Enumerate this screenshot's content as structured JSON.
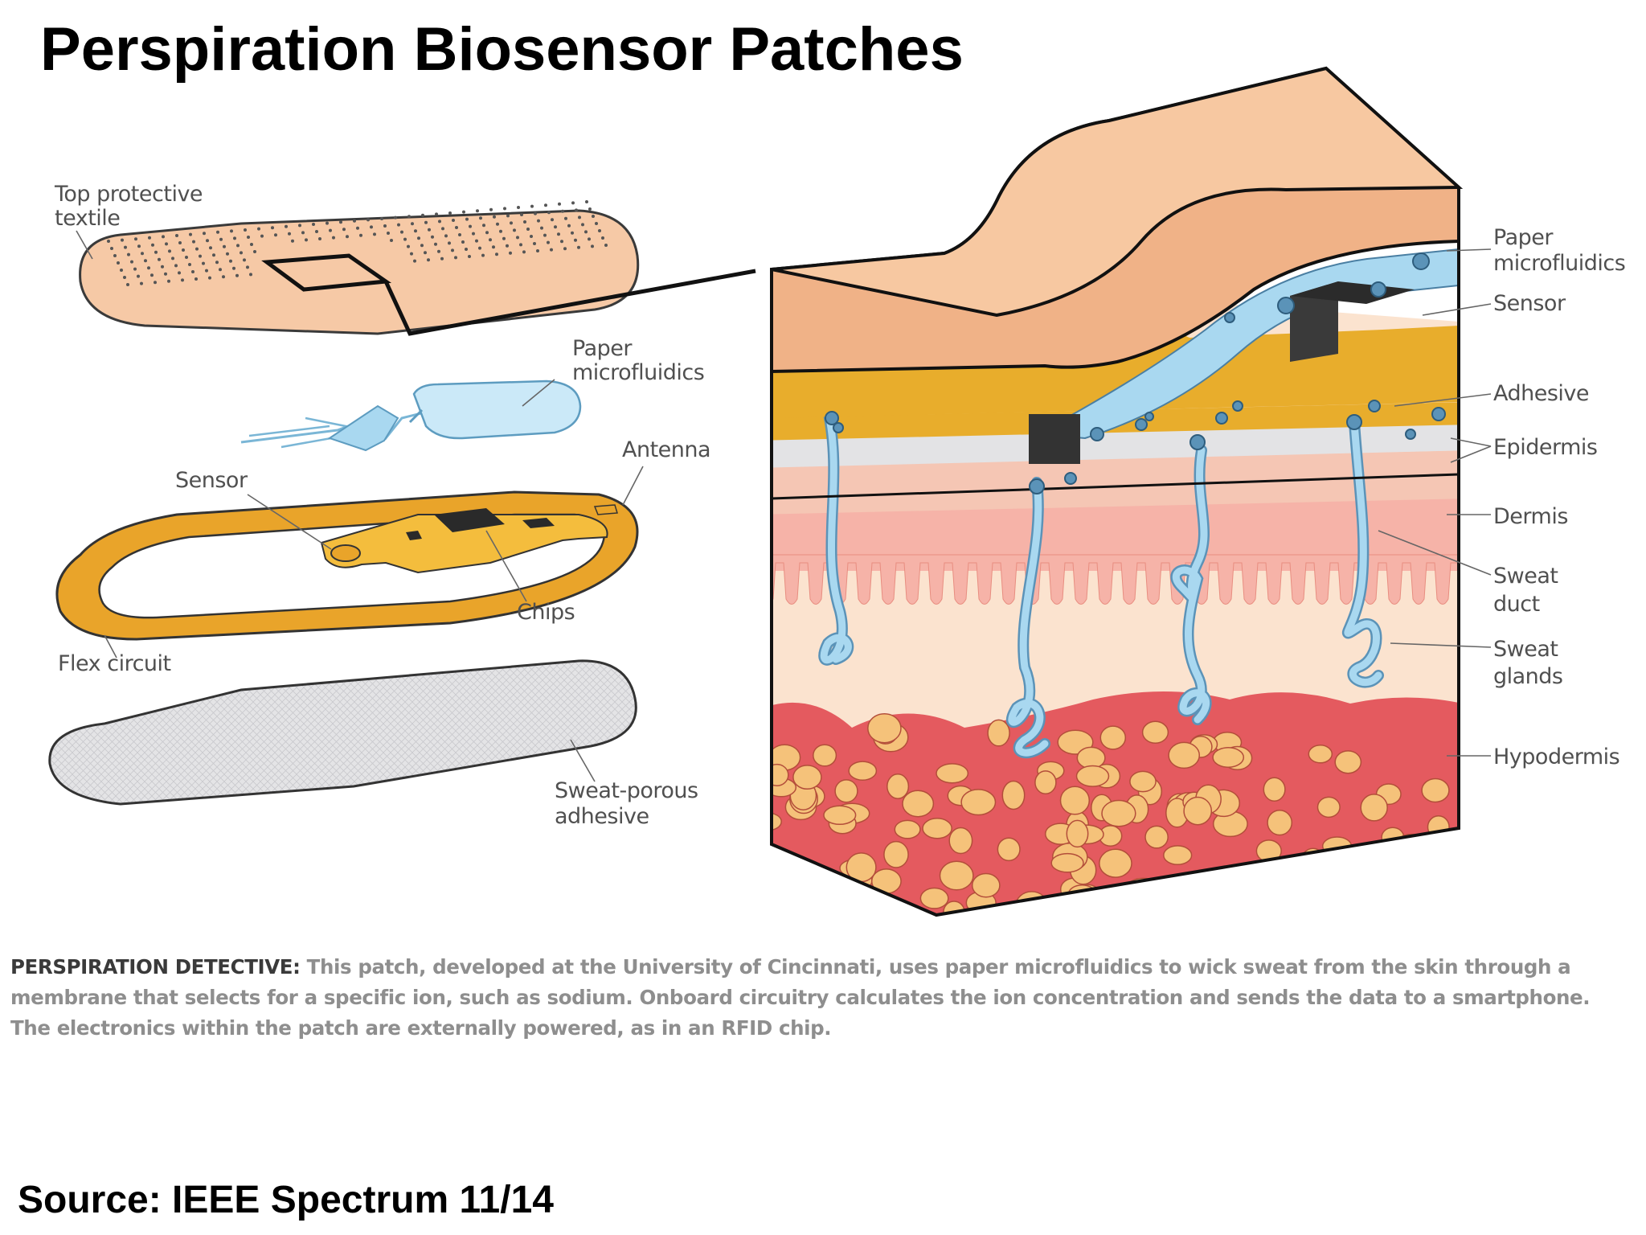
{
  "title": "Perspiration Biosensor Patches",
  "exploded_labels": {
    "top_textile_line1": "Top protective",
    "top_textile_line2": "textile",
    "paper_line1": "Paper",
    "paper_line2": "microfluidics",
    "antenna": "Antenna",
    "sensor": "Sensor",
    "chips": "Chips",
    "flex_circuit": "Flex circuit",
    "adhesive_line1": "Sweat-porous",
    "adhesive_line2": "adhesive"
  },
  "cross_section_labels": {
    "paper_line1": "Paper",
    "paper_line2": "microfluidics",
    "sensor": "Sensor",
    "adhesive": "Adhesive",
    "epidermis": "Epidermis",
    "dermis": "Dermis",
    "sweat_duct_line1": "Sweat",
    "sweat_duct_line2": "duct",
    "sweat_glands_line1": "Sweat",
    "sweat_glands_line2": "glands",
    "hypodermis": "Hypodermis"
  },
  "caption": {
    "lead": "PERSPIRATION DETECTIVE:",
    "body": "This patch, developed at the University of Cincinnati, uses paper microfluidics to wick sweat from the skin through a membrane that selects for a specific ion, such as sodium. Onboard circuitry calculates the ion concentration and sends the data to a smartphone. The electronics within the patch are externally powered, as in an RFID chip."
  },
  "source": "Source: IEEE Spectrum 11/14",
  "colors": {
    "bandage": "#f6c9a6",
    "skin_top": "#f0b287",
    "microfluidics": "#a9d8f0",
    "adhesive_yellow": "#e8ad2c",
    "epidermis": "#f5c6b4",
    "dermis": "#f6b3a8",
    "hypodermis_red": "#e45a5f",
    "fat_cells": "#f5c27a",
    "flex_circuit": "#e9a42a"
  }
}
